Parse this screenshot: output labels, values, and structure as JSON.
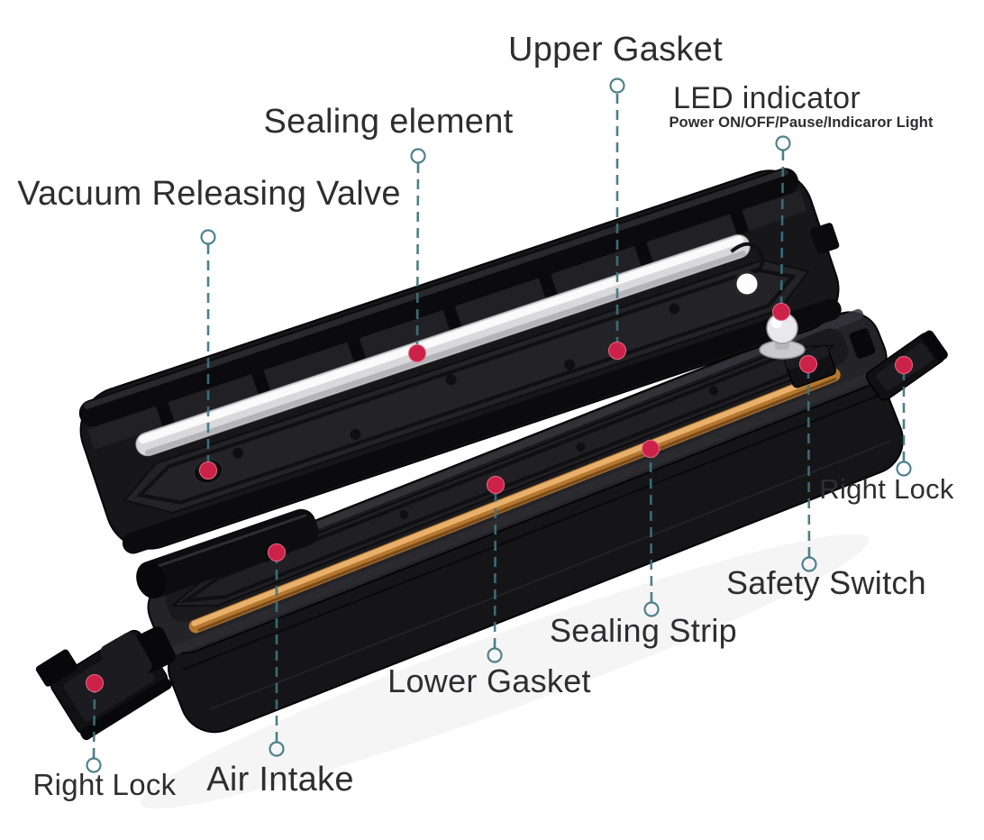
{
  "labels": {
    "upper_gasket": "Upper Gasket",
    "sealing_element": "Sealing element",
    "led_indicator": "LED indicator",
    "led_indicator_sub": "Power ON/OFF/Pause/Indicaror Light",
    "vacuum_releasing_valve": "Vacuum Releasing Valve",
    "right_lock_top": "Right Lock",
    "safety_switch": "Safety Switch",
    "sealing_strip": "Sealing Strip",
    "lower_gasket": "Lower Gasket",
    "air_intake": "Air Intake",
    "right_lock_bottom": "Right Lock"
  },
  "colors": {
    "leader_line": "#3d7480",
    "marker_dot": "#cc2148",
    "label_text": "#2e2e30",
    "copper_strip": "#bf8340",
    "body_black": "#141417"
  }
}
